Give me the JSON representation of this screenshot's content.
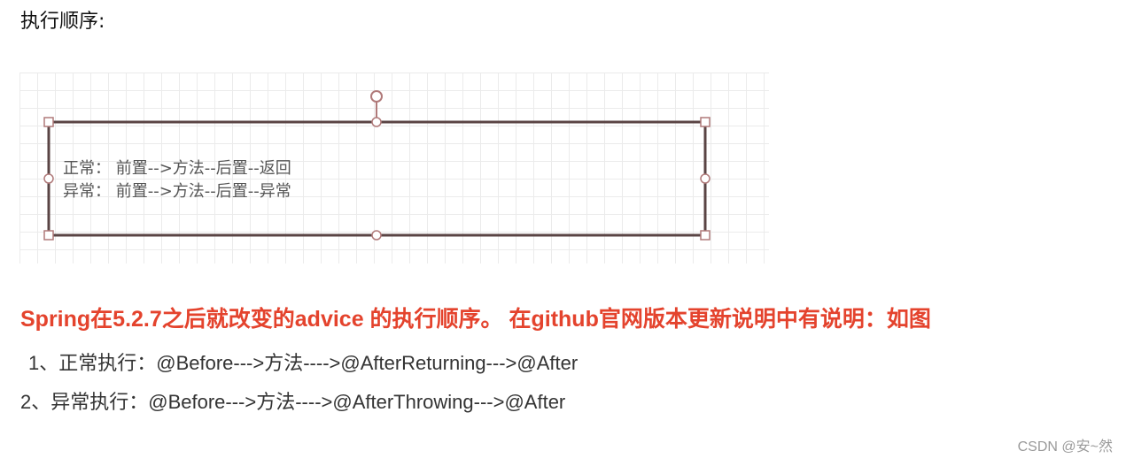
{
  "heading": "执行顺序:",
  "diagram": {
    "box_lines": [
      "正常：  前置-->方法--后置--返回",
      "异常：  前置-->方法--后置--异常"
    ],
    "border_color": "#5a4444",
    "handle_color": "#b07a7a"
  },
  "notice": {
    "text": "Spring在5.2.7之后就改变的advice 的执行顺序。  在github官网版本更新说明中有说明：如图",
    "color": "#e4432d"
  },
  "order_lines": [
    "1、正常执行：@Before--->方法---->@AfterReturning--->@After",
    "2、异常执行：@Before--->方法---->@AfterThrowing--->@After"
  ],
  "watermark": "CSDN @安~然"
}
